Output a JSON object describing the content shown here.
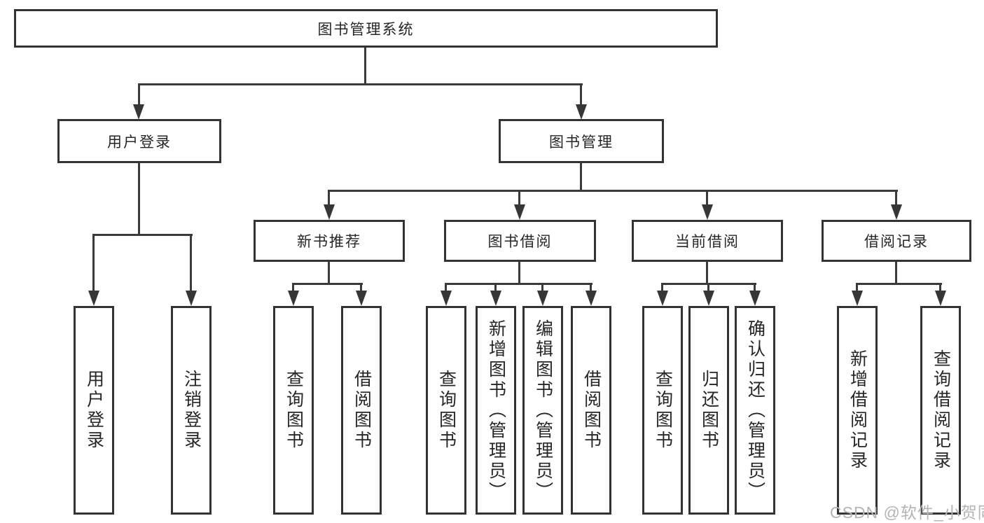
{
  "nodes": {
    "root": "图书管理系统",
    "user_login": "用户登录",
    "book_mgmt": "图书管理",
    "new_book_rec": "新书推荐",
    "book_borrow": "图书借阅",
    "current_borrow": "当前借阅",
    "borrow_record": "借阅记录",
    "leaf_user_login": "用户登录",
    "leaf_logout": "注销登录",
    "rec_query_book": "查询图书",
    "rec_borrow_book": "借阅图书",
    "bb_query_book": "查询图书",
    "bb_add_book": "新增图书（管理员）",
    "bb_edit_book": "编辑图书（管理员）",
    "bb_borrow_book": "借阅图书",
    "cb_query_book": "查询图书",
    "cb_return_book": "归还图书",
    "cb_confirm_return": "确认归还（管理员）",
    "br_add_record": "新增借阅记录",
    "br_query_record": "查询借阅记录"
  },
  "watermark": "CSDN @软件_小贺同学",
  "colors": {
    "line": "#3a3a3a",
    "box_border": "#333333",
    "text": "#262626",
    "watermark": "#b4b4b4",
    "background": "#ffffff"
  }
}
